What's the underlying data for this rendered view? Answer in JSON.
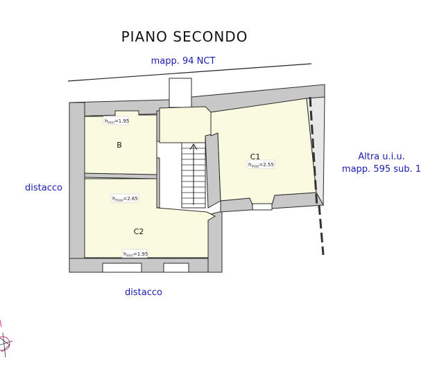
{
  "title": "PIANO SECONDO",
  "labels": {
    "north": "mapp. 94 NCT",
    "east_line1": "Altra u.i.u.",
    "east_line2": "mapp. 595 sub. 1",
    "west": "distacco",
    "south": "distacco"
  },
  "rooms": {
    "b": {
      "name": "B",
      "h_prefix": "h",
      "h_sub": "min",
      "h_value": "=1.95"
    },
    "c1": {
      "name": "C1",
      "h_prefix": "h",
      "h_sub": "max",
      "h_value": "=2.55"
    },
    "c2": {
      "name": "C2",
      "h_top_prefix": "h",
      "h_top_sub": "max",
      "h_top_value": "=2.65",
      "h_bot_prefix": "h",
      "h_bot_sub": "min",
      "h_bot_value": "=1.95"
    }
  },
  "colors": {
    "room_fill": "#fafae0",
    "wall_fill": "#c8c8c8",
    "label_blue": "#1a1ab0",
    "north_arrow": "#e0208c"
  },
  "icons": {
    "north_arrow": "north-arrow-icon"
  }
}
